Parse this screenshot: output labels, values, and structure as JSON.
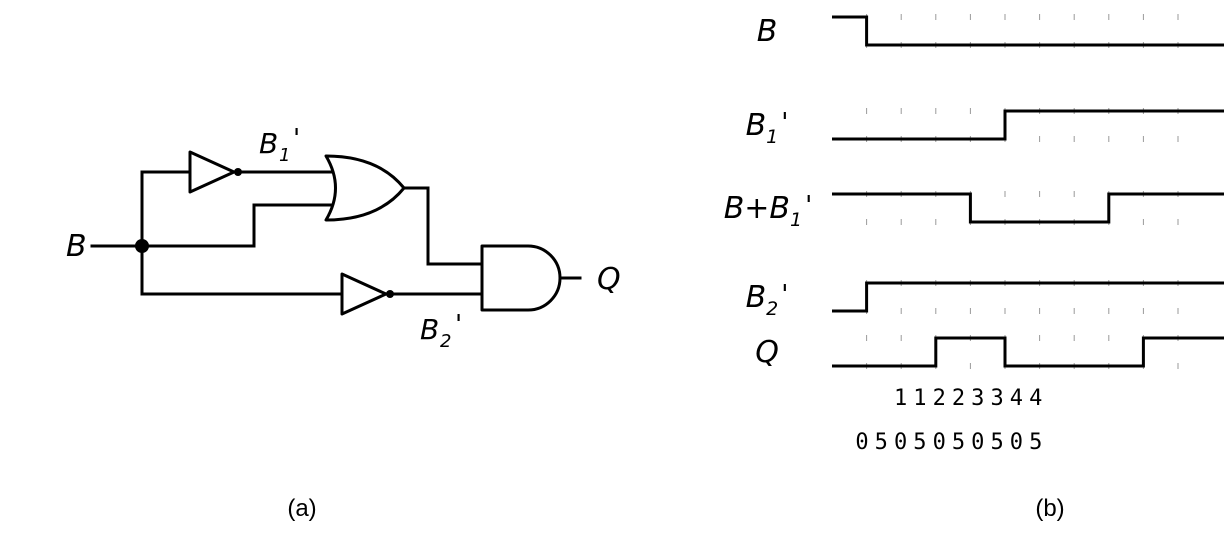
{
  "circuit": {
    "input_label": "B",
    "output_label": "Q",
    "inverter1_label": {
      "main": "B",
      "sub": "1",
      "prime": "'"
    },
    "inverter2_label": {
      "main": "B",
      "sub": "2",
      "prime": "'"
    }
  },
  "timing": {
    "signals": [
      {
        "id": "B",
        "main": "B",
        "sub": "",
        "prime": "",
        "levels": [
          1,
          0,
          0,
          0,
          0,
          0,
          0,
          0,
          0,
          0,
          0
        ]
      },
      {
        "id": "B1p",
        "main": "B",
        "sub": "1",
        "prime": "'",
        "levels": [
          0,
          0,
          0,
          0,
          0,
          1,
          1,
          1,
          1,
          1,
          1
        ]
      },
      {
        "id": "BplusB1p",
        "main": "B+B",
        "sub": "1",
        "prime": "'",
        "levels": [
          1,
          1,
          1,
          1,
          0,
          0,
          0,
          0,
          1,
          1,
          1
        ]
      },
      {
        "id": "B2p",
        "main": "B",
        "sub": "2",
        "prime": "'",
        "levels": [
          0,
          1,
          1,
          1,
          1,
          1,
          1,
          1,
          1,
          1,
          1
        ]
      },
      {
        "id": "Q",
        "main": "Q",
        "sub": "",
        "prime": "",
        "levels": [
          0,
          0,
          0,
          1,
          1,
          0,
          0,
          0,
          0,
          1,
          1
        ]
      }
    ],
    "time_ticks": [
      {
        "top": "",
        "bottom": "0"
      },
      {
        "top": "",
        "bottom": "5"
      },
      {
        "top": "1",
        "bottom": "0"
      },
      {
        "top": "1",
        "bottom": "5"
      },
      {
        "top": "2",
        "bottom": "0"
      },
      {
        "top": "2",
        "bottom": "5"
      },
      {
        "top": "3",
        "bottom": "0"
      },
      {
        "top": "3",
        "bottom": "5"
      },
      {
        "top": "4",
        "bottom": "0"
      },
      {
        "top": "4",
        "bottom": "5"
      }
    ]
  },
  "captions": {
    "left": "(a)",
    "right": "(b)"
  }
}
